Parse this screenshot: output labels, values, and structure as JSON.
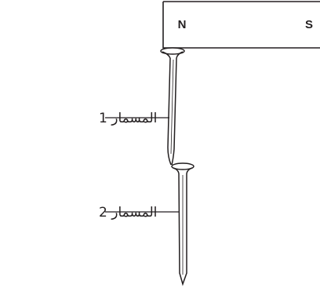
{
  "magnet": {
    "north_label": "N",
    "south_label": "S"
  },
  "nails": [
    {
      "label": "المسمار 1"
    },
    {
      "label": "المسمار 2"
    }
  ],
  "colors": {
    "stroke": "#231f20",
    "background": "#ffffff"
  }
}
